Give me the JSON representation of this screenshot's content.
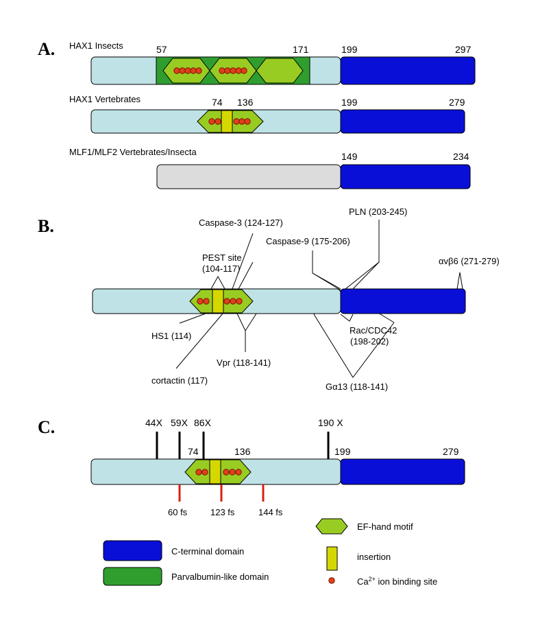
{
  "panel_a": {
    "letter": "A.",
    "rows": [
      {
        "name": "HAX1 Insects",
        "n_start": "57",
        "n_end": "171",
        "c_start": "199",
        "c_end": "297"
      },
      {
        "name": "HAX1 Vertebrates",
        "n_start": "74",
        "n_end": "136",
        "c_start": "199",
        "c_end": "279"
      },
      {
        "name": "MLF1/MLF2 Vertebrates/Insecta",
        "c_start": "149",
        "c_end": "234"
      }
    ]
  },
  "panel_b": {
    "letter": "B.",
    "above_labels": {
      "caspase3": "Caspase-3 (124-127)",
      "pest_line1": "PEST site",
      "pest_line2": "(104-117)",
      "pln": "PLN (203-245)",
      "caspase9": "Caspase-9 (175-206)",
      "avb6": "αvβ6 (271-279)"
    },
    "below_labels": {
      "hs1": "HS1 (114)",
      "rac_line1": "Rac/CDC42",
      "rac_line2": "(198-202)",
      "vpr": "Vpr (118-141)",
      "cortactin": "cortactin (117)",
      "ga13": "Gα13 (118-141)"
    }
  },
  "panel_c": {
    "letter": "C.",
    "nonsense": [
      "44X",
      "59X",
      "86X",
      "190 X"
    ],
    "frameshift": [
      "60 fs",
      "123 fs",
      "144 fs"
    ],
    "positions": {
      "p74": "74",
      "p136": "136",
      "p199": "199",
      "p279": "279"
    }
  },
  "legend": {
    "items": [
      {
        "label": "C-terminal domain"
      },
      {
        "label": "Parvalbumin-like domain"
      },
      {
        "label": "EF-hand motif"
      },
      {
        "label": "insertion"
      },
      {
        "label_prefix": "Ca",
        "label_sup": "2+",
        "label_suffix": " ion binding site"
      }
    ]
  },
  "colors": {
    "n_terminal": "#bfe2e6",
    "c_terminal": "#0a0fd8",
    "parvalbumin": "#2f9e2f",
    "ef_hand": "#99cc22",
    "insertion": "#d4d800",
    "ca_site": "#e0401a",
    "mlf": "#dcdcdc",
    "frameshift_mark": "#d82010",
    "nonsense_mark": "#000000"
  }
}
